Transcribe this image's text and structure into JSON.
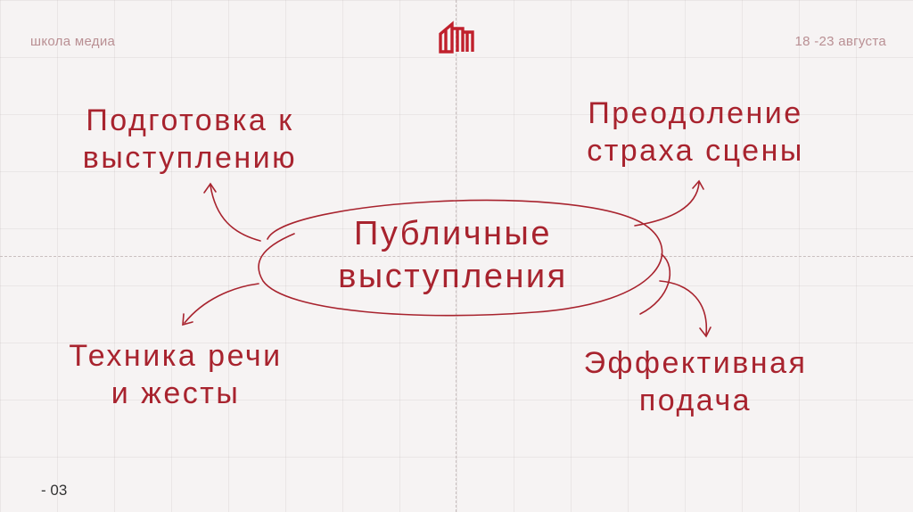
{
  "header": {
    "left_text": "школа медиа",
    "right_text": "18 -23 августа",
    "logo_icon": "school-media-logo-icon"
  },
  "diagram": {
    "center": {
      "line1": "Публичные",
      "line2": "выступления"
    },
    "nodes": {
      "top_left": {
        "line1": "Подготовка к",
        "line2": "выступлению"
      },
      "top_right": {
        "line1": "Преодоление",
        "line2": "страха сцены"
      },
      "bottom_left": {
        "line1": "Техника речи",
        "line2": "и жесты"
      },
      "bottom_right": {
        "line1": "Эффективная",
        "line2": "подача"
      }
    },
    "accent_color": "#a8232e"
  },
  "footer": {
    "page_number": "- 03"
  }
}
